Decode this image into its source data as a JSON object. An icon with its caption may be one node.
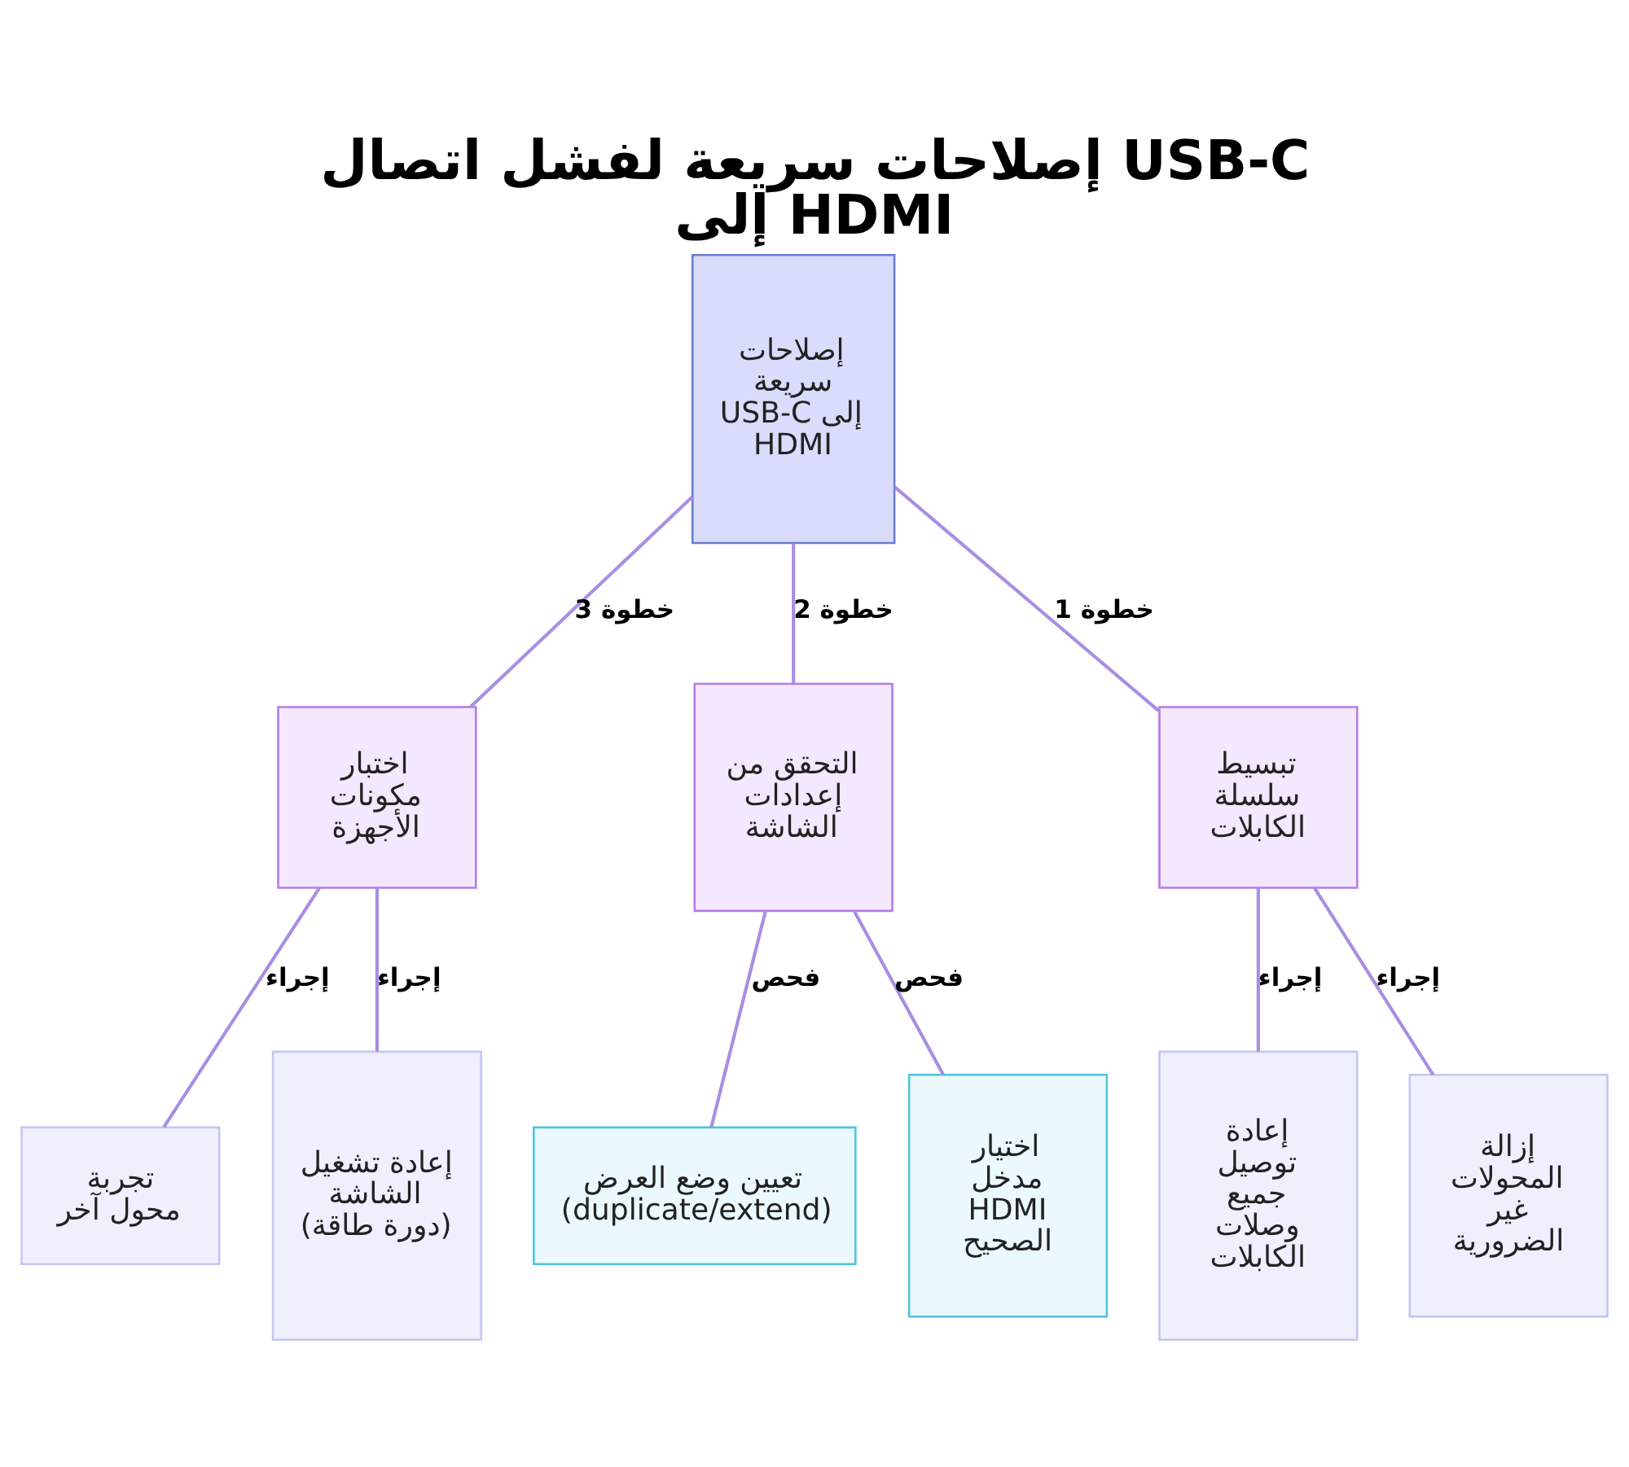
{
  "diagram": {
    "title": "إصلاحات سريعة لفشل اتصال USB-C إلى HDMI",
    "nodes": [
      {
        "text": [
          "إصلاحات سريعة USB-C إلى HDMI"
        ]
      },
      {
        "text": [
          "تبسيط سلسلة الكابلات"
        ]
      },
      {
        "text": [
          "التحقق من إعدادات الشاشة"
        ]
      },
      {
        "text": [
          "اختبار مكونات الأجهزة"
        ]
      },
      {
        "text": [
          "إزالة المحولات غير الضرورية"
        ]
      },
      {
        "text": [
          "إعادة توصيل جميع وصلات الكابلات"
        ]
      },
      {
        "text": [
          "اختيار مدخل HDMI الصحيح"
        ]
      },
      {
        "text": [
          "تعيين وضع العرض (duplicate/extend)"
        ]
      },
      {
        "text": [
          "إعادة تشغيل الشاشة (دورة طاقة)"
        ]
      },
      {
        "text": [
          "تجربة محول آخر"
        ]
      }
    ],
    "edges": [
      {
        "from": 0,
        "to": 1,
        "arrow": "none",
        "label": "خطوة 1"
      },
      {
        "from": 0,
        "to": 2,
        "arrow": "none",
        "label": "خطوة 2"
      },
      {
        "from": 0,
        "to": 3,
        "arrow": "none",
        "label": "خطوة 3"
      },
      {
        "from": 1,
        "to": 4,
        "arrow": "none",
        "label": "إجراء"
      },
      {
        "from": 1,
        "to": 5,
        "arrow": "none",
        "label": "إجراء"
      },
      {
        "from": 2,
        "to": 6,
        "arrow": "none",
        "label": "فحص"
      },
      {
        "from": 2,
        "to": 7,
        "arrow": "none",
        "label": "فحص"
      },
      {
        "from": 3,
        "to": 8,
        "arrow": "none",
        "label": "إجراء"
      },
      {
        "from": 3,
        "to": 9,
        "arrow": "none",
        "label": "إجراء"
      }
    ]
  }
}
